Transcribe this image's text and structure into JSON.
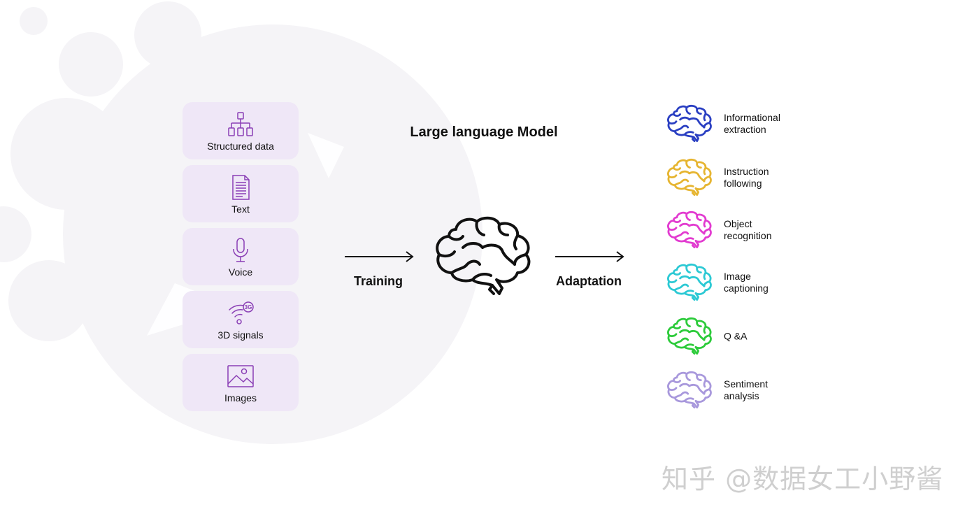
{
  "title": "Large language Model",
  "inputs": [
    {
      "label": "Structured data",
      "icon": "hierarchy-icon"
    },
    {
      "label": "Text",
      "icon": "document-icon"
    },
    {
      "label": "Voice",
      "icon": "microphone-icon"
    },
    {
      "label": "3D signals",
      "icon": "wifi-3g-icon"
    },
    {
      "label": "Images",
      "icon": "image-icon"
    }
  ],
  "training_label": "Training",
  "adaptation_label": "Adaptation",
  "outputs": [
    {
      "line1": "Informational",
      "line2": "extraction",
      "color": "#2a3fc2"
    },
    {
      "line1": "Instruction",
      "line2": "following",
      "color": "#e6b531"
    },
    {
      "line1": "Object",
      "line2": "recognition",
      "color": "#e23bd0"
    },
    {
      "line1": "Image",
      "line2": "captioning",
      "color": "#2cc9d4"
    },
    {
      "line1": "Q &A",
      "line2": "",
      "color": "#2ccb3a"
    },
    {
      "line1": "Sentiment",
      "line2": "analysis",
      "color": "#a898dc"
    }
  ],
  "colors": {
    "accent": "#8a3fb5",
    "card_bg": "#efe7f7",
    "background_art": "#f4f3f6"
  },
  "watermark": "知乎 @数据女工小野酱"
}
